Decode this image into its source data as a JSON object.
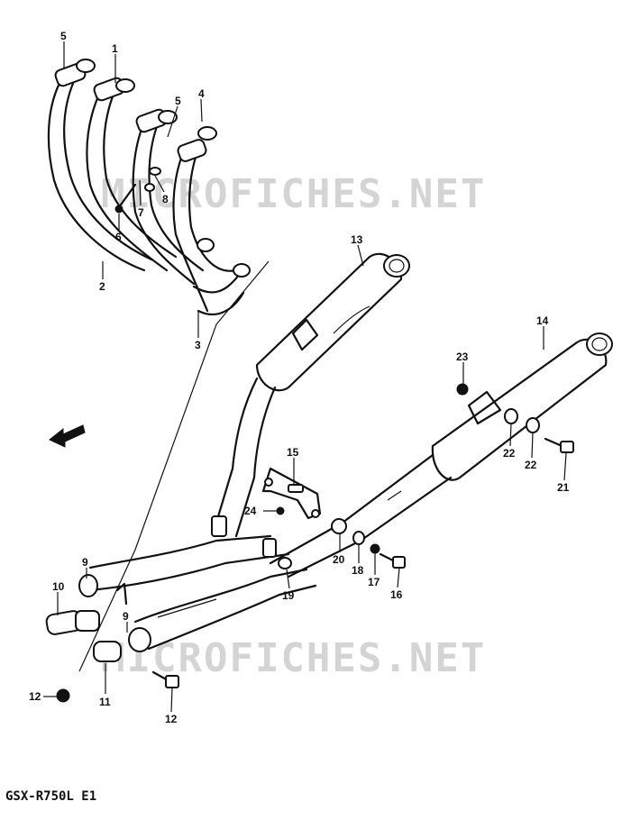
{
  "diagram": {
    "watermark_top": "MICROFICHES.NET",
    "watermark_bottom": "MICROFICHES.NET",
    "model_code": "GSX-R750L E1",
    "callouts": [
      "5",
      "1",
      "5",
      "4",
      "8",
      "7",
      "6",
      "2",
      "3",
      "13",
      "14",
      "23",
      "22",
      "22",
      "21",
      "15",
      "24",
      "20",
      "18",
      "17",
      "16",
      "19",
      "9",
      "10",
      "9",
      "12",
      "11",
      "12"
    ]
  }
}
